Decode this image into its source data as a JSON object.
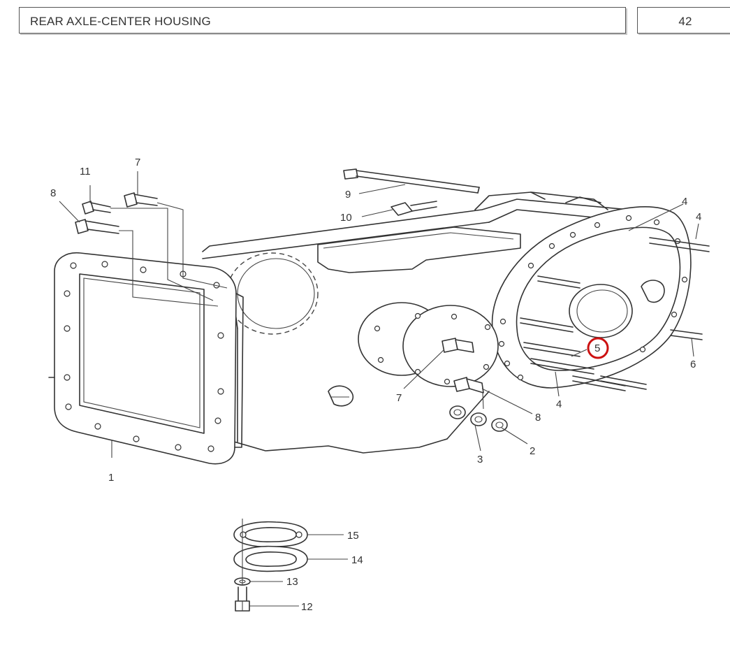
{
  "header": {
    "title": "REAR AXLE-CENTER HOUSING",
    "page_number": "42"
  },
  "callouts": {
    "c1": "1",
    "c2": "2",
    "c3": "3",
    "c4a": "4",
    "c4b": "4",
    "c4c": "4",
    "c5": "5",
    "c6": "6",
    "c7a": "7",
    "c7b": "7",
    "c8a": "8",
    "c8b": "8",
    "c9": "9",
    "c10": "10",
    "c11": "11",
    "c12": "12",
    "c13": "13",
    "c14": "14",
    "c15": "15"
  },
  "highlight": {
    "target": "5",
    "color": "#cc1111"
  }
}
